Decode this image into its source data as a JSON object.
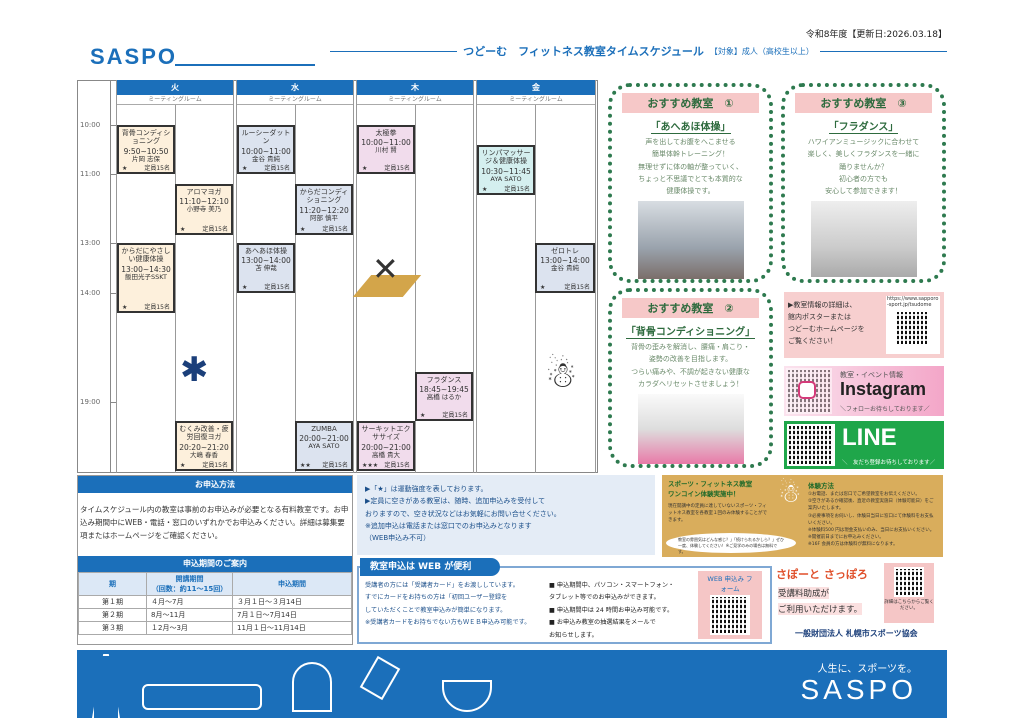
{
  "header": {
    "date": "令和8年度【更新日:2026.03.18】",
    "logo": "SASPO",
    "title": "つどーむ　フィットネス教室タイムスケジュール",
    "target": "【対象】成人（高校生以上）"
  },
  "timetable": {
    "times": [
      "10:00",
      "11:00",
      "13:00",
      "14:00",
      "19:00"
    ],
    "days": [
      {
        "name": "火",
        "room": "ミーティングルーム"
      },
      {
        "name": "水",
        "room": "ミーティングルーム"
      },
      {
        "name": "木",
        "room": "ミーティングルーム"
      },
      {
        "name": "金",
        "room": "ミーティングルーム"
      }
    ],
    "events": [
      {
        "name": "背骨コンディショニング",
        "time": "9:50~10:50",
        "instructor": "片岡 志保",
        "stars": "★",
        "capacity": "定員15名"
      },
      {
        "name": "からだにやさしい健康体操",
        "time": "13:00~14:30",
        "instructor": "飯田光子SSKT",
        "stars": "★",
        "capacity": "定員15名"
      },
      {
        "name": "アロマヨガ",
        "time": "11:10~12:10",
        "instructor": "小野寺 美乃",
        "stars": "★",
        "capacity": "定員15名"
      },
      {
        "name": "むくみ改善・疲労回復ヨガ",
        "time": "20:20~21:20",
        "instructor": "大嶋 春香",
        "stars": "★",
        "capacity": "定員15名"
      },
      {
        "name": "ルーシーダットン",
        "time": "10:00~11:00",
        "instructor": "金谷 貴純",
        "stars": "★",
        "capacity": "定員15名"
      },
      {
        "name": "あへあほ体操",
        "time": "13:00~14:00",
        "instructor": "苫 伸哉",
        "stars": "★",
        "capacity": "定員15名"
      },
      {
        "name": "からだコンディショニング",
        "time": "11:20~12:20",
        "instructor": "阿部 慎平",
        "stars": "★",
        "capacity": "定員15名"
      },
      {
        "name": "ZUMBA",
        "time": "20:00~21:00",
        "instructor": "AYA SATO",
        "stars": "★★",
        "capacity": "定員15名"
      },
      {
        "name": "太極拳",
        "time": "10:00~11:00",
        "instructor": "川村 賢",
        "stars": "★",
        "capacity": "定員15名"
      },
      {
        "name": "サーキットエクササイズ",
        "time": "20:00~21:00",
        "instructor": "高橋 貴大",
        "stars": "★★★",
        "capacity": "定員15名"
      },
      {
        "name": "フラダンス",
        "time": "18:45~19:45",
        "instructor": "高橋 はるか",
        "stars": "★",
        "capacity": "定員15名"
      },
      {
        "name": "リンパマッサージ＆健康体操",
        "time": "10:30~11:45",
        "instructor": "AYA SATO",
        "stars": "★",
        "capacity": "定員15名"
      },
      {
        "name": "ゼロトレ",
        "time": "13:00~14:00",
        "instructor": "金谷 貴純",
        "stars": "★",
        "capacity": "定員15名"
      }
    ]
  },
  "recommend": [
    {
      "heading": "おすすめ教室　①",
      "title": "「あへあほ体操」",
      "desc": [
        "声を出してお腹をへこませる",
        "簡単体幹トレーニング！",
        "無理せずに体の軸が整っていく、",
        "ちょっと不思議でとても本質的な",
        "健康体操です。"
      ]
    },
    {
      "heading": "おすすめ教室　②",
      "title": "「背骨コンディショニング」",
      "desc": [
        "背骨の歪みを解消し、腰痛・肩こり・",
        "姿勢の改善を目指します。",
        "つらい痛みや、不調が起きない健康な",
        "カラダへリセットさせましょう！"
      ]
    },
    {
      "heading": "おすすめ教室　③",
      "title": "「フラダンス」",
      "desc": [
        "ハワイアンミュージックに合わせて",
        "楽しく、美しくフラダンスを一緒に",
        "踊りませんか？",
        "初心者の方でも",
        "安心して参加できます！"
      ]
    }
  ],
  "info": {
    "lines": [
      "▶教室情報の詳細は、",
      "館内ポスターまたは",
      "つどーむホームページを",
      "ご覧ください！"
    ],
    "qr_url": "https://www.sapporo-sport.jp/tsudome"
  },
  "instagram": {
    "sub": "教室・イベント情報",
    "title": "Instagram",
    "follow": "＼フォローお待ちしております／"
  },
  "line": {
    "title": "LINE",
    "follow": "＼　友だち登録お待ちしております／"
  },
  "apply": {
    "heading": "お申込方法",
    "text": "タイムスケジュール内の教室は事前のお申込みが必要となる有料教室です。お申込み期間中にWEB・電話・窓口のいずれかでお申込みください。詳細は募集要項またはホームページをご確認ください。",
    "period_heading": "申込期間のご案内",
    "cols": [
      "期",
      "開講期間",
      "（回数：約11～15回）",
      "申込期間"
    ],
    "rows": [
      [
        "第１期",
        "４月～7月",
        "３月１日～３月14日"
      ],
      [
        "第２期",
        "8月～11月",
        "7月１日～7月14日"
      ],
      [
        "第３期",
        "１2月～3月",
        "11月１日～11月14日"
      ]
    ]
  },
  "notes": [
    "▶「★」は運動強度を表しております。",
    "▶定員に空きがある教室は、随時、追加申込みを受付して",
    "おりますので、空き状況などはお気軽にお問い合せください。",
    "※追加申込は電話または窓口でのお申込みとなります",
    "（WEB申込み不可）"
  ],
  "web": {
    "tab": "教室申込は WEB が便利",
    "left": [
      "受講者の方には「受講者カード」をお渡ししています。",
      "すでにカードをお持ちの方は「初回ユーザー登録を",
      "していただくことで教室申込みが簡単になります。",
      "※受講者カードをお持ちでない方もＷＥＢ申込み可能です。"
    ],
    "right": [
      "■ 申込期間中、パソコン・スマートフォン・",
      "タブレット等でのお申込みができます。",
      "■ 申込期間中は 24 時間お申込み可能です。",
      "■ お申込み教室の抽選結果をメールで",
      "お知らせします。"
    ],
    "qr_label": "WEB 申込み フォーム"
  },
  "trial": {
    "title1": "スポーツ・フィットネス教室",
    "title2": "ワンコイン体験実施中！",
    "desc": "現在開講中の定員に達していないスポーツ・フィットネス教室を各教室１回のみ体験することができます。",
    "bubble": "教室の雰囲気はどんな感じ？」「続けられるかしら？」ぜひ一度、体験してください！※ご見学のみの場合は無料です。",
    "method_title": "体験方法",
    "methods": [
      "①お電話、または窓口でご希望教室をお伝えください。",
      "②空きがあるか確認後、直近の教室実施日（体験可能日）をご案内いたします。",
      "③必要事項をお伺いし、体験日当日に窓口にて体験料をお支払いください。"
    ],
    "notes": [
      "※体験料500 円は現金支払いのみ、当日にお支払いください。",
      "※開催前日までにお申込みください。",
      "※16F 会員の方は体験料が無料になります。"
    ]
  },
  "subsidy": {
    "brand": "さぽーと さっぽろ",
    "line1": "受講料助成が",
    "line2": "ご利用いただけます。",
    "qr_label": "詳細はこちらからご覧ください。",
    "org": "一般財団法人 札幌市スポーツ協会"
  },
  "footer": {
    "slogan": "人生に、スポーツを。",
    "logo": "SASPO"
  }
}
